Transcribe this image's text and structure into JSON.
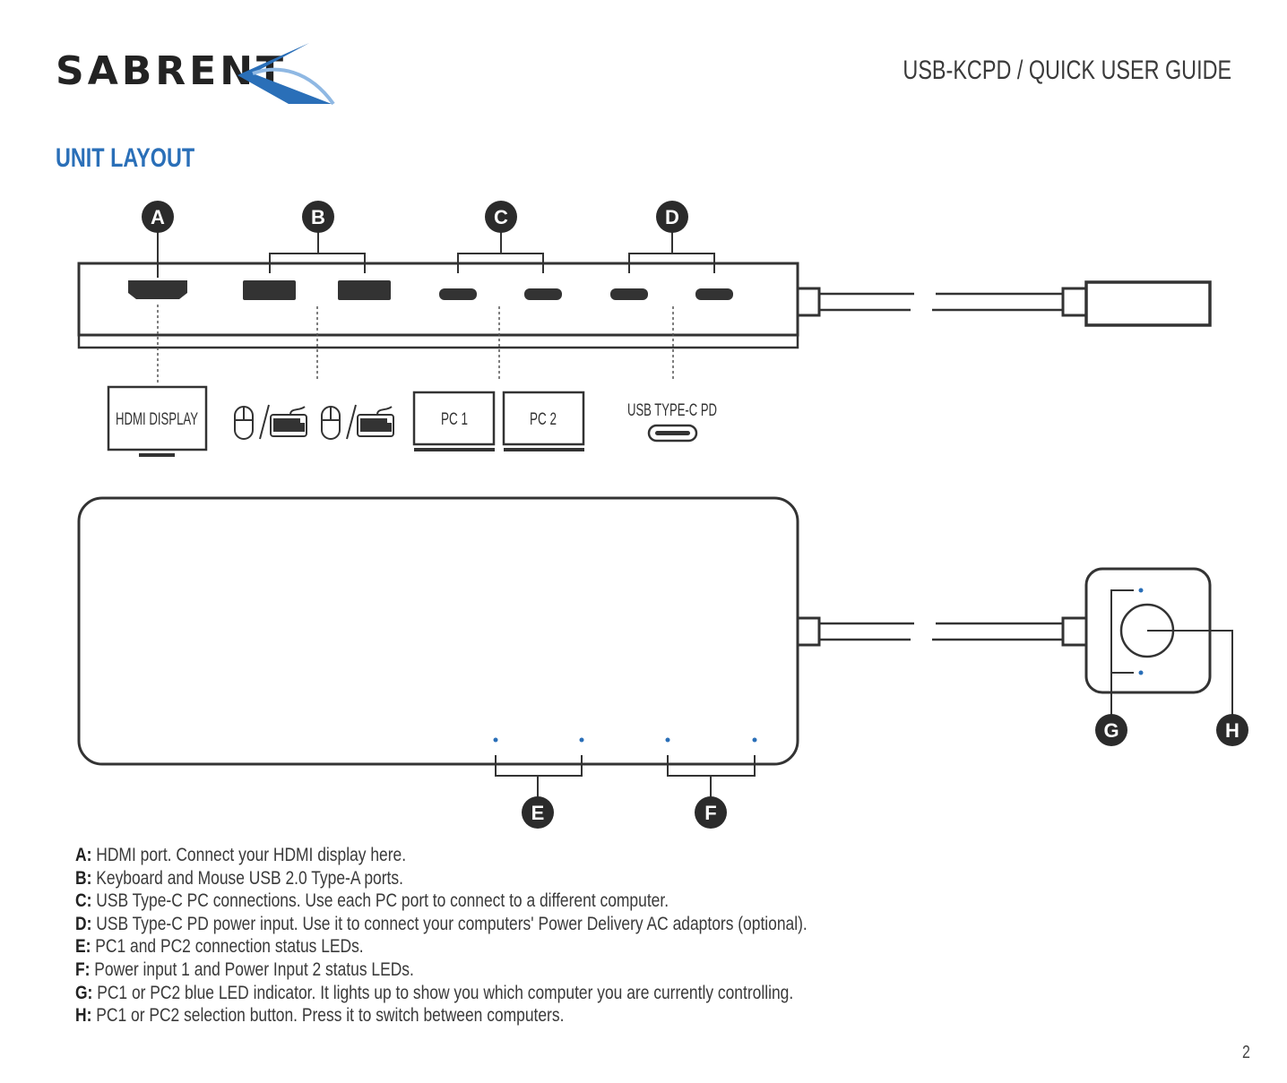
{
  "header": {
    "brand": "SABRENT",
    "guide_title": "USB-KCPD / QUICK USER GUIDE"
  },
  "section_title": "UNIT LAYOUT",
  "callouts": {
    "a": "A",
    "b": "B",
    "c": "C",
    "d": "D",
    "e": "E",
    "f": "F",
    "g": "G",
    "h": "H"
  },
  "port_labels": {
    "hdmi_display": "HDMI DISPLAY",
    "pc1": "PC 1",
    "pc2": "PC 2",
    "usb_c_pd": "USB TYPE-C PD"
  },
  "descriptions": [
    {
      "key": "A:",
      "text": " HDMI port. Connect your HDMI display here."
    },
    {
      "key": "B:",
      "text": " Keyboard and Mouse USB 2.0 Type-A ports."
    },
    {
      "key": "C:",
      "text": " USB Type-C PC connections. Use each PC port to connect to a different computer."
    },
    {
      "key": "D:",
      "text": " USB Type-C PD power input. Use it to connect your computers' Power Delivery AC adaptors (optional)."
    },
    {
      "key": "E:",
      "text": " PC1 and PC2 connection status LEDs."
    },
    {
      "key": "F:",
      "text": " Power input 1 and Power Input 2 status LEDs."
    },
    {
      "key": "G:",
      "text": " PC1 or PC2 blue LED indicator. It lights up to show you which computer you are currently controlling."
    },
    {
      "key": "H:",
      "text": " PC1 or PC2 selection button. Press it to switch between computers."
    }
  ],
  "page_number": "2",
  "colors": {
    "brand_blue": "#2a6fb8",
    "led_blue": "#2a6fb8",
    "line": "#333333"
  }
}
